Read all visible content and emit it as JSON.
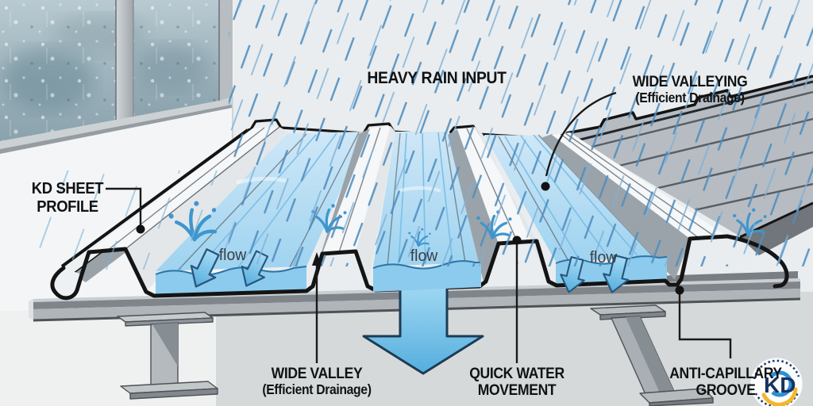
{
  "labels": {
    "heavy_rain": "HEAVY RAIN INPUT",
    "wide_valleying_line1": "WIDE VALLEYING",
    "wide_valleying_line2": "(Efficient Drainage)",
    "kd_sheet_line1": "KD SHEET",
    "kd_sheet_line2": "PROFILE",
    "flow": "flow",
    "wide_valley_line1": "WIDE VALLEY",
    "wide_valley_line2": "(Efficient Drainage)",
    "quick_water_line1": "QUICK WATER",
    "quick_water_line2": "MOVEMENT",
    "anti_capillary_line1": "ANTI-CAPILLARY",
    "anti_capillary_line2": "GROOVE"
  },
  "logo": {
    "monogram": "KD"
  },
  "colors": {
    "rain_streak": "#4e8dbf",
    "rain_streak_light": "#7fb0d6",
    "water_surface": "#aed9f2",
    "water_front": "#8ccbed",
    "water_arrow": "#5fb2e2",
    "outline_black": "#141414",
    "metal_white": "#f5f7f8",
    "metal_shadow": "#99a2a8",
    "deck_gray": "#b0b5b9",
    "ground_gray": "#d6d9da",
    "label_text": "#101214",
    "flow_text": "#394046",
    "logo_blue": "#2a8fd8",
    "logo_navy": "#16345c",
    "logo_yellow": "#f3b72d"
  }
}
